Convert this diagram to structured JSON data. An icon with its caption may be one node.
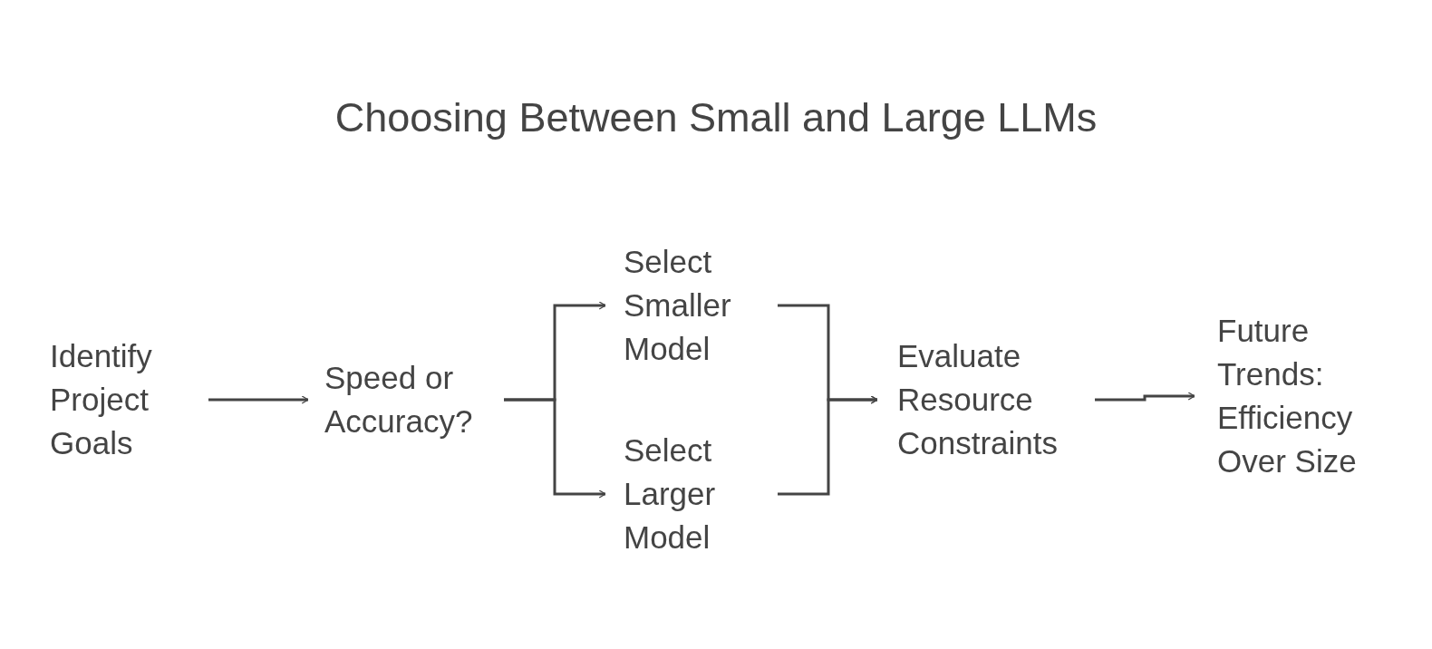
{
  "diagram": {
    "title": "Choosing Between Small and Large LLMs",
    "nodes": [
      {
        "text": [
          "Identify Project Goals"
        ]
      },
      {
        "text": [
          "Speed or Accuracy?"
        ]
      },
      {
        "text": [
          "Select Smaller Model"
        ]
      },
      {
        "text": [
          "Select Larger Model"
        ]
      },
      {
        "text": [
          "Evaluate Resource Constraints"
        ]
      },
      {
        "text": [
          "Future Trends: Efficiency Over Size"
        ]
      }
    ],
    "edges": [
      {
        "from": 0,
        "to": 1,
        "arrow": "to"
      },
      {
        "from": 1,
        "to": 2,
        "arrow": "to"
      },
      {
        "from": 1,
        "to": 3,
        "arrow": "to"
      },
      {
        "from": 2,
        "to": 4,
        "arrow": "to"
      },
      {
        "from": 3,
        "to": 4,
        "arrow": "to"
      },
      {
        "from": 4,
        "to": 5,
        "arrow": "to"
      }
    ]
  }
}
